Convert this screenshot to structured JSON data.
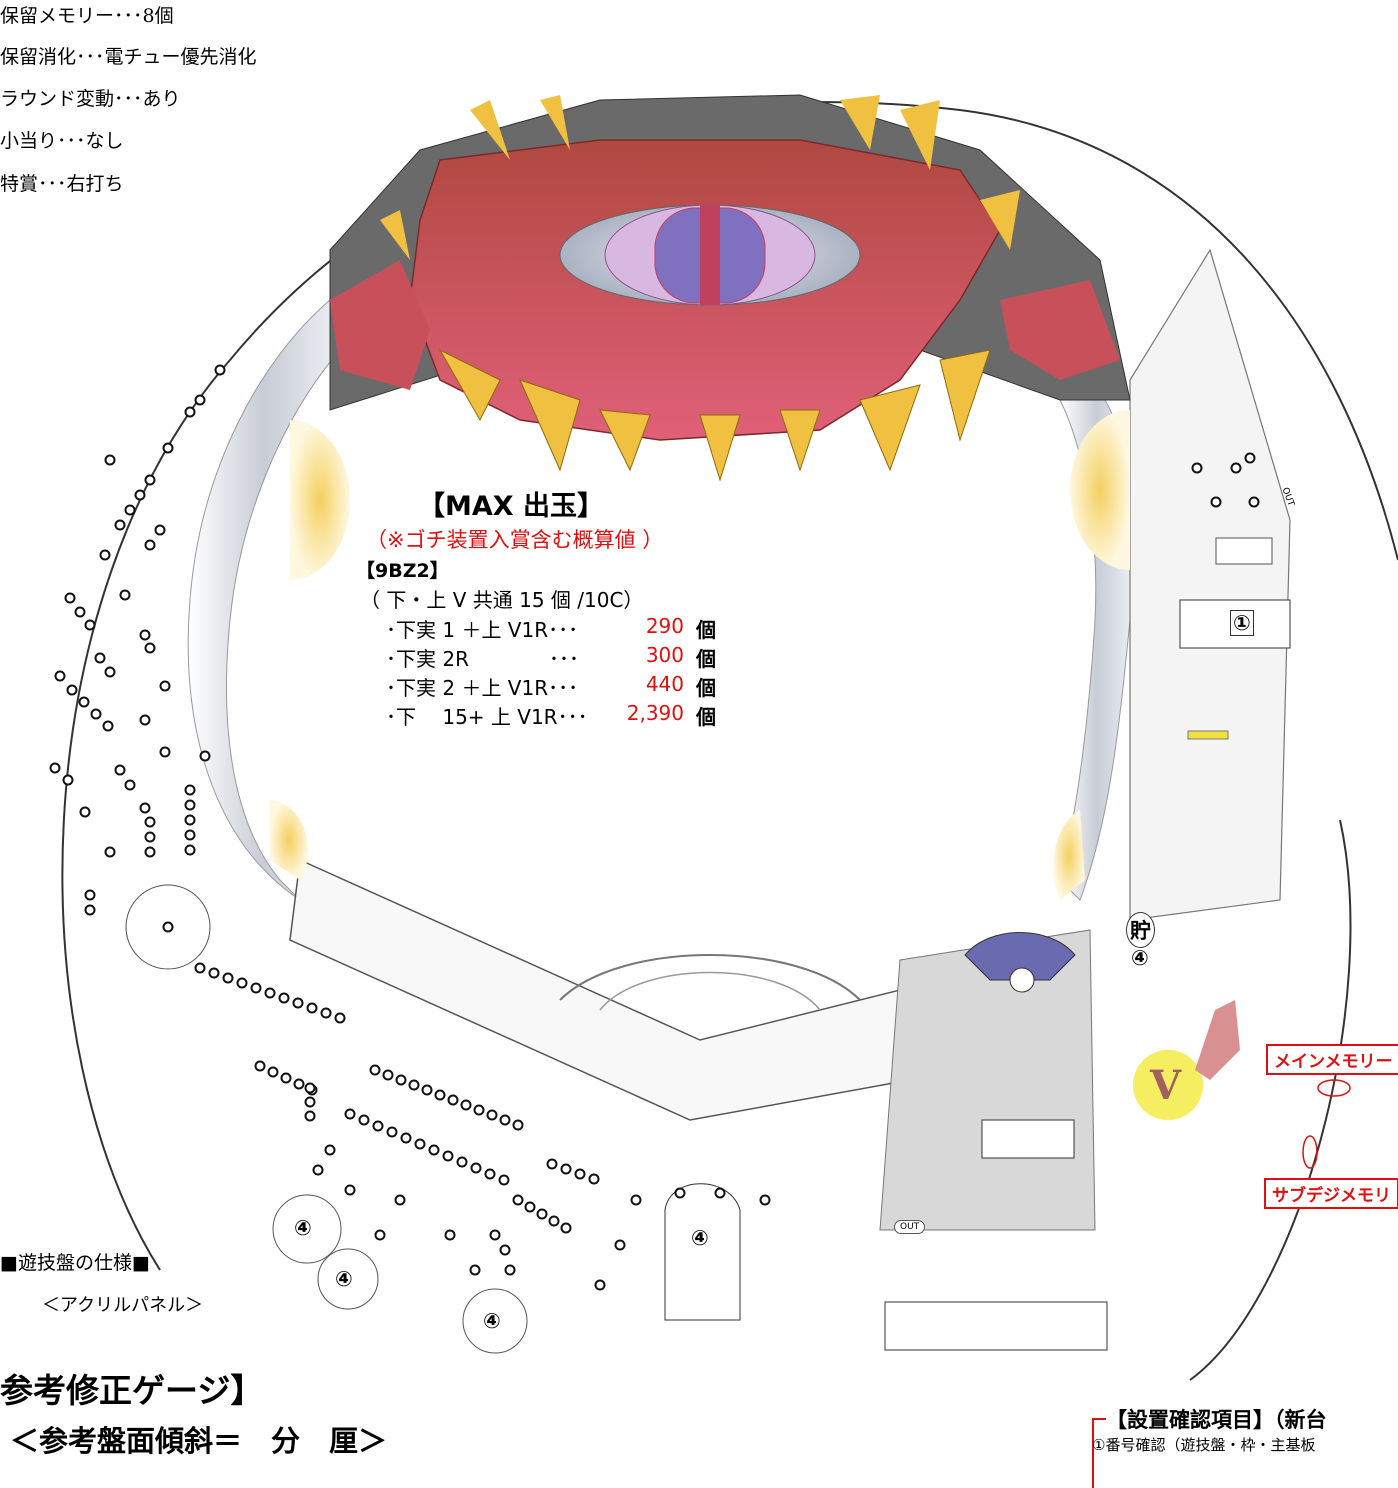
{
  "spec_lines": [
    "保留メモリー･･･8個",
    "保留消化･･･電チュー優先消化",
    "ラウンド変動･･･あり",
    "小当り･･･なし",
    "特賞･･･右打ち"
  ],
  "max_payout": {
    "title": "【MAX 出玉】",
    "note": "（※ゴチ装置入賞含む概算値 ）",
    "model": "【9BZ2】",
    "common": "（ 下・上 V 共通 15 個 /10C）",
    "rows": [
      {
        "label": "･下実 1 ＋上 V1R･･･",
        "value": "290",
        "unit": "個"
      },
      {
        "label": "･下実 2R　　　　･･･",
        "value": "300",
        "unit": "個"
      },
      {
        "label": "･下実 2 ＋上 V1R･･･",
        "value": "440",
        "unit": "個"
      },
      {
        "label": "･下　 15+ 上 V1R･･･",
        "value": "2,390",
        "unit": "個"
      }
    ]
  },
  "board_labels": {
    "circle_one": "①",
    "circle_four": "④",
    "savings": "貯",
    "v_mark": "V",
    "out_label": "OUT"
  },
  "badges": {
    "main_memory": "メインメモリー",
    "sub_memory": "サブデジメモリ"
  },
  "spec_heading": "■遊技盤の仕様■",
  "acrylic": "＜アクリルパネル＞",
  "gauge_title": "参考修正ゲージ】",
  "gauge_sub": "＜参考盤面傾斜＝　分　厘＞",
  "check": {
    "title": "【設置確認項目】（新台",
    "item": "①番号確認（遊技盤・枠・主基板"
  },
  "colors": {
    "monster_red": "#c8505a",
    "monster_gray": "#6a6a6a",
    "fang_yellow": "#f0c040",
    "eye_purple": "#8070c0",
    "accent_red": "#e01010",
    "v_yellow": "#f4ee60",
    "v_brown": "#a06060"
  }
}
